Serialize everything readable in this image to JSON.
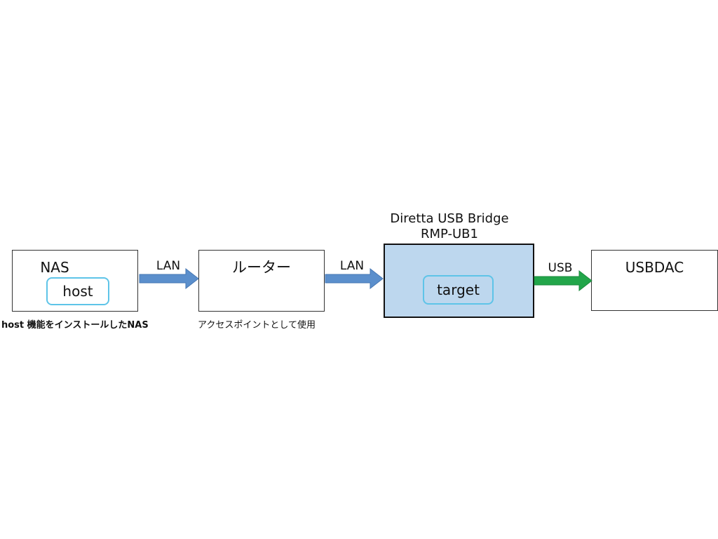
{
  "nodes": {
    "nas": {
      "title": "NAS",
      "inner": "host",
      "caption": "host 機能をインストールしたNAS"
    },
    "router": {
      "title": "ルーター",
      "caption": "アクセスポイントとして使用"
    },
    "bridge": {
      "title_line1": "Diretta USB Bridge",
      "title_line2": "RMP-UB1",
      "inner": "target"
    },
    "dac": {
      "title": "USBDAC"
    }
  },
  "connections": [
    {
      "label": "LAN",
      "color": "#5b8fcc"
    },
    {
      "label": "LAN",
      "color": "#5b8fcc"
    },
    {
      "label": "USB",
      "color": "#22a64a"
    }
  ],
  "colors": {
    "bridge_fill": "#bdd7ee",
    "pill_border": "#5ec4e8"
  }
}
